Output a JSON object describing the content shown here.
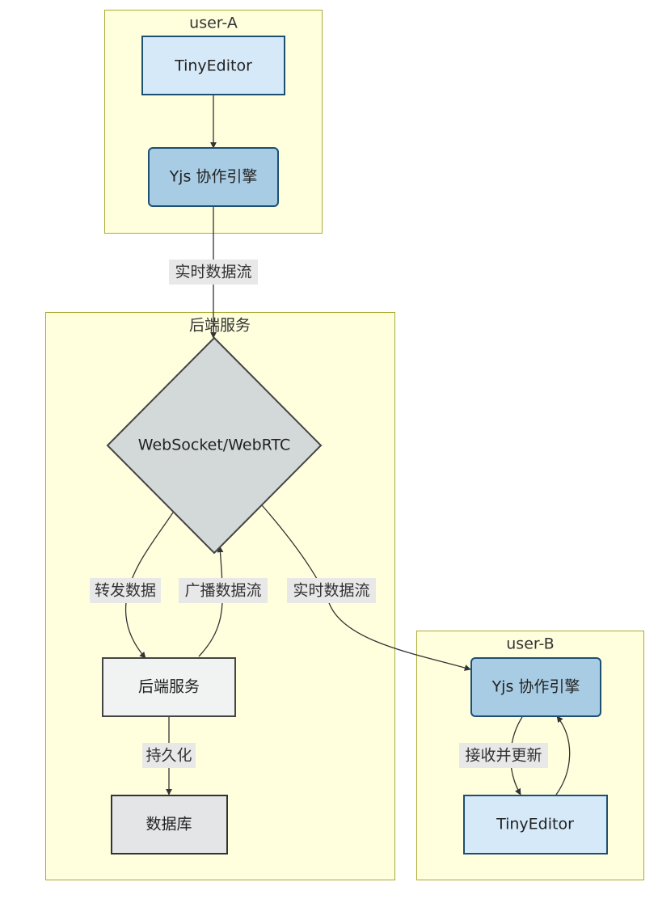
{
  "colors": {
    "cluster_fill": "#ffffde",
    "cluster_stroke": "#aaaa33",
    "editor_fill": "#d6e9f8",
    "editor_stroke": "#1d4f73",
    "yjs_fill": "#a8cce4",
    "yjs_stroke": "#1d4f73",
    "gateway_fill": "#d3d8d9",
    "gateway_stroke": "#444444",
    "backend_fill": "#f1f3f3",
    "backend_stroke": "#444444",
    "db_fill": "#e4e5e6",
    "db_stroke": "#333333",
    "edge": "#333333",
    "edge_label_bg": "#e8e8e8"
  },
  "clusters": {
    "user_a": {
      "title": "user-A"
    },
    "backend": {
      "title": "后端服务"
    },
    "user_b": {
      "title": "user-B"
    }
  },
  "nodes": {
    "editor_a": {
      "label": "TinyEditor",
      "shape": "rectangle"
    },
    "yjs_a": {
      "label": "Yjs 协作引擎",
      "shape": "rounded-rectangle"
    },
    "gateway": {
      "label": "WebSocket/WebRTC",
      "shape": "diamond"
    },
    "backend_service": {
      "label": "后端服务",
      "shape": "rectangle"
    },
    "database": {
      "label": "数据库",
      "shape": "rectangle"
    },
    "yjs_b": {
      "label": "Yjs 协作引擎",
      "shape": "rounded-rectangle"
    },
    "editor_b": {
      "label": "TinyEditor",
      "shape": "rectangle"
    }
  },
  "edges": {
    "editor_a_to_yjs_a": {
      "from": "TinyEditor",
      "to": "Yjs 协作引擎",
      "label": ""
    },
    "yjs_a_to_gateway": {
      "from": "Yjs 协作引擎",
      "to": "WebSocket/WebRTC",
      "label": "实时数据流"
    },
    "gateway_to_backend": {
      "from": "WebSocket/WebRTC",
      "to": "后端服务",
      "label": "转发数据"
    },
    "backend_to_gateway": {
      "from": "后端服务",
      "to": "WebSocket/WebRTC",
      "label": "广播数据流"
    },
    "gateway_to_yjs_b": {
      "from": "WebSocket/WebRTC",
      "to": "Yjs 协作引擎",
      "label": "实时数据流"
    },
    "backend_to_db": {
      "from": "后端服务",
      "to": "数据库",
      "label": "持久化"
    },
    "yjs_b_to_editor_b": {
      "from": "Yjs 协作引擎",
      "to": "TinyEditor",
      "label": "接收并更新"
    },
    "editor_b_to_yjs_b": {
      "from": "TinyEditor",
      "to": "Yjs 协作引擎",
      "label": ""
    }
  }
}
